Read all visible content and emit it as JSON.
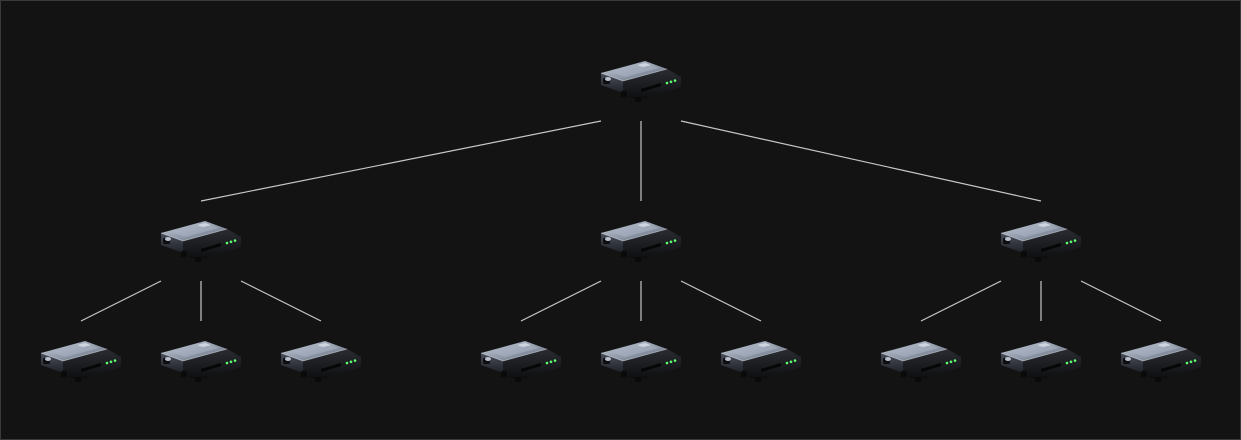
{
  "diagram": {
    "type": "network-topology-tree",
    "colors": {
      "background": "#131313",
      "link": "#c8c8c8",
      "device_top": "#9aa4b4",
      "device_side": "#2a2e36",
      "device_body": "#1a1b1e",
      "led": "#5cff6a"
    },
    "device_icon": "network-switch-icon",
    "root": {
      "id": "root",
      "children": [
        {
          "id": "hub-left",
          "children": [
            {
              "id": "leaf-1"
            },
            {
              "id": "leaf-2"
            },
            {
              "id": "leaf-3"
            }
          ]
        },
        {
          "id": "hub-center",
          "children": [
            {
              "id": "leaf-4"
            },
            {
              "id": "leaf-5"
            },
            {
              "id": "leaf-6"
            }
          ]
        },
        {
          "id": "hub-right",
          "children": [
            {
              "id": "leaf-7"
            },
            {
              "id": "leaf-8"
            },
            {
              "id": "leaf-9"
            }
          ]
        }
      ]
    }
  }
}
